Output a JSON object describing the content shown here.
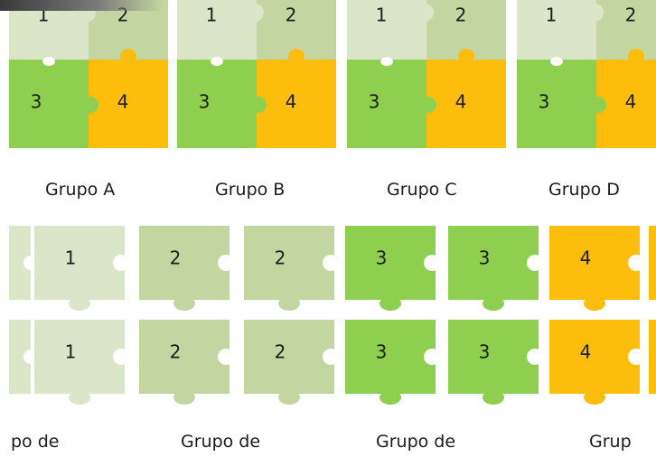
{
  "colors": {
    "p1": "#dbe5c8",
    "p2": "#c3d5a0",
    "p3": "#8fcf50",
    "p4": "#fdbd0d",
    "knob": "#ffffff"
  },
  "top_groups": [
    {
      "label": "Grupo A",
      "pieces": [
        "1",
        "2",
        "3",
        "4"
      ]
    },
    {
      "label": "Grupo B",
      "pieces": [
        "1",
        "2",
        "3",
        "4"
      ]
    },
    {
      "label": "Grupo C",
      "pieces": [
        "1",
        "2",
        "3",
        "4"
      ]
    },
    {
      "label": "Grupo D",
      "pieces": [
        "1",
        "2",
        "3",
        "4"
      ]
    }
  ],
  "bottom_rows": [
    [
      "1",
      "2",
      "2",
      "3",
      "3",
      "4"
    ],
    [
      "1",
      "2",
      "2",
      "3",
      "3",
      "4"
    ]
  ],
  "bottom_labels": [
    "po  de",
    "Grupo de",
    "Grupo de",
    "Grup"
  ]
}
